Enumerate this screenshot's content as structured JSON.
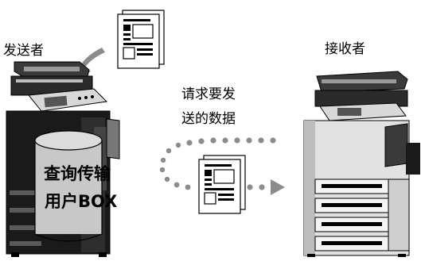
{
  "sender": {
    "label": "发送者"
  },
  "receiver": {
    "label": "接收者"
  },
  "data_transfer": {
    "line1": "请求要发",
    "line2": "送的数据"
  },
  "user_box": {
    "line1": "查询传输",
    "line2": "用户BOX"
  },
  "colors": {
    "ink": "#000000",
    "mid_gray": "#8c8c8c",
    "light_gray": "#cfcfcf",
    "cylinder": "#c8c8c8",
    "background": "#ffffff"
  },
  "icons": [
    "document-icon",
    "curved-arrow-icon",
    "dotted-flow-arrow-icon",
    "mfp-printer-icon",
    "user-box-cylinder-icon"
  ]
}
